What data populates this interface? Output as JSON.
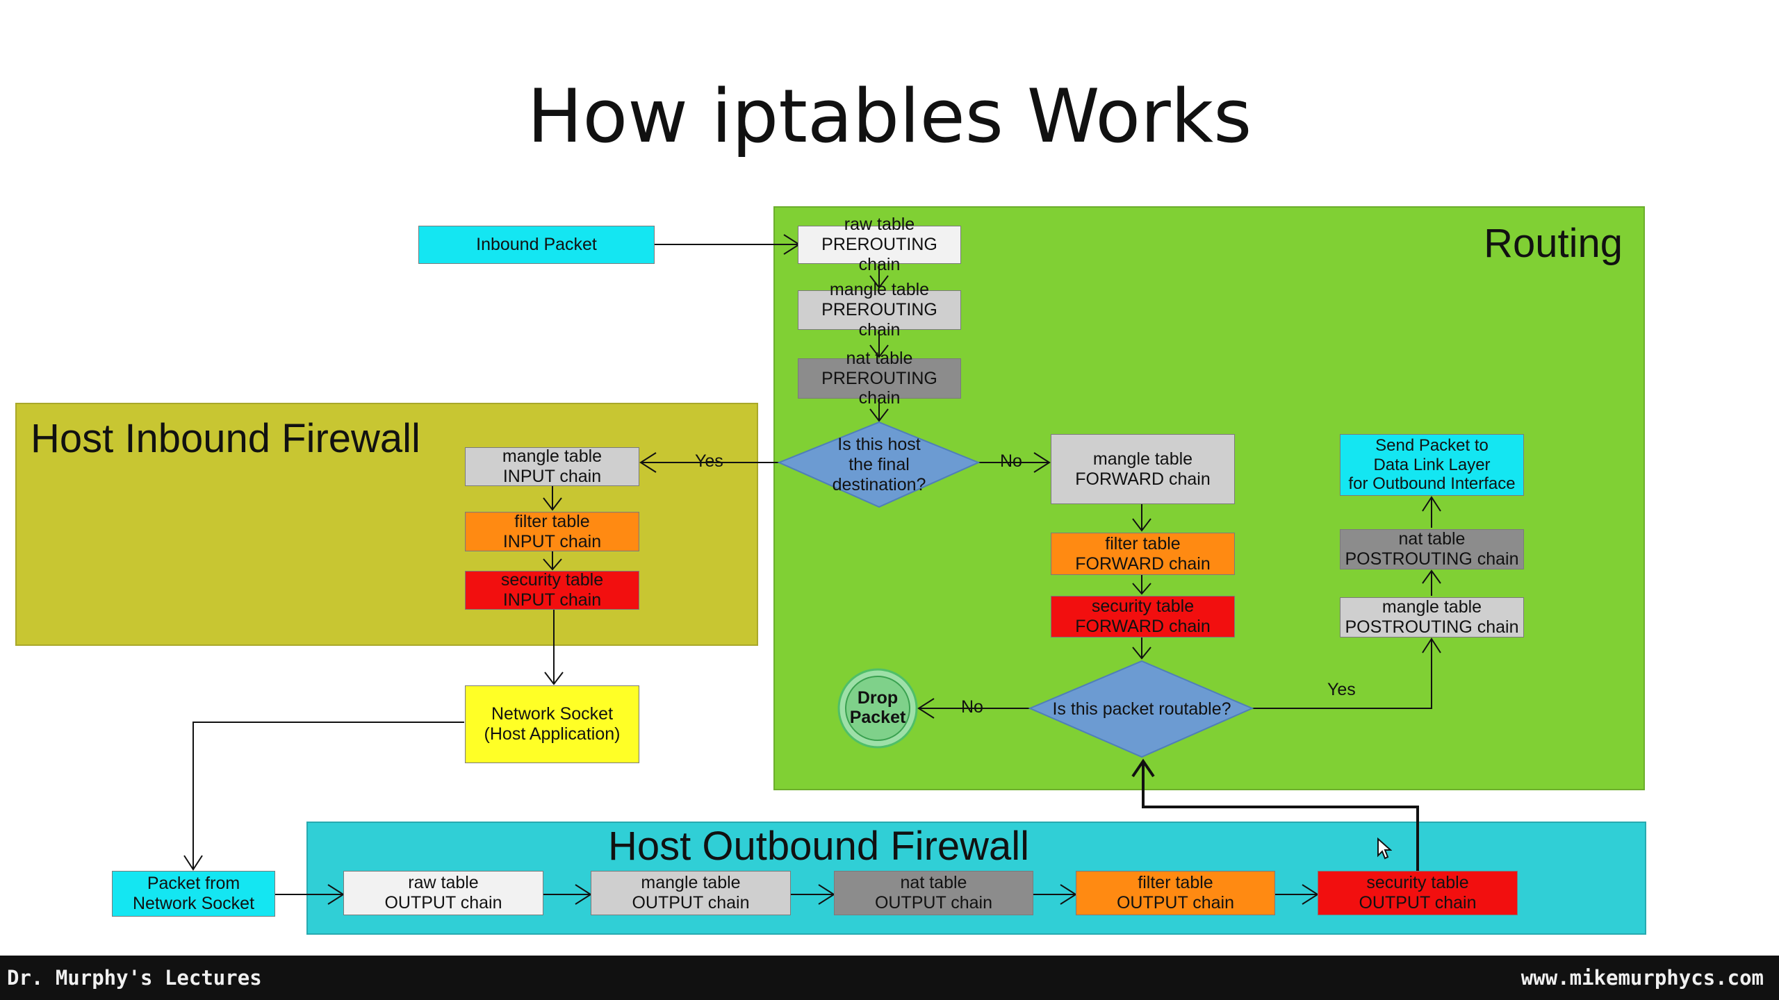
{
  "slide": {
    "title": "How iptables Works"
  },
  "regions": {
    "routing": "Routing",
    "inbound": "Host Inbound Firewall",
    "outbound": "Host Outbound Firewall"
  },
  "nodes": {
    "inbound_packet": "Inbound Packet",
    "raw_prerouting": "raw table\nPREROUTING chain",
    "mangle_prerouting": "mangle table\nPREROUTING chain",
    "nat_prerouting": "nat table\nPREROUTING chain",
    "decision_destination": [
      "Is this host",
      "the final",
      "destination?"
    ],
    "mangle_input": "mangle table\nINPUT chain",
    "filter_input": "filter table\nINPUT chain",
    "security_input": "security table\nINPUT chain",
    "mangle_forward": "mangle table\nFORWARD chain",
    "filter_forward": "filter table\nFORWARD chain",
    "security_forward": "security table\nFORWARD chain",
    "decision_routable": "Is this packet routable?",
    "drop_packet": [
      "Drop",
      "Packet"
    ],
    "send_packet": "Send Packet to\nData Link Layer\nfor Outbound Interface",
    "nat_postrouting": "nat table\nPOSTROUTING chain",
    "mangle_postrouting": "mangle table\nPOSTROUTING chain",
    "network_socket": "Network Socket\n(Host Application)",
    "packet_from_socket": "Packet from\nNetwork Socket",
    "raw_output": "raw table\nOUTPUT chain",
    "mangle_output": "mangle table\nOUTPUT chain",
    "nat_output": "nat table\nOUTPUT chain",
    "filter_output": "filter table\nOUTPUT chain",
    "security_output": "security table\nOUTPUT chain"
  },
  "edge_labels": {
    "yes_input": "Yes",
    "no_forward": "No",
    "no_drop": "No",
    "yes_postrouting": "Yes"
  },
  "footer": {
    "left": "Dr. Murphy's Lectures",
    "right": "www.mikemurphycs.com"
  },
  "colors": {
    "routing": "#80d034",
    "inbound": "#c8c632",
    "outbound": "#30cfd6",
    "cyan": "#14e6f2",
    "light_gray": "#f2f2f2",
    "gray": "#cfcfcf",
    "dark_gray": "#8c8c8c",
    "orange": "#ff8a12",
    "red": "#f20f0f",
    "yellow": "#ffff26",
    "decision": "#6c9bd2"
  }
}
